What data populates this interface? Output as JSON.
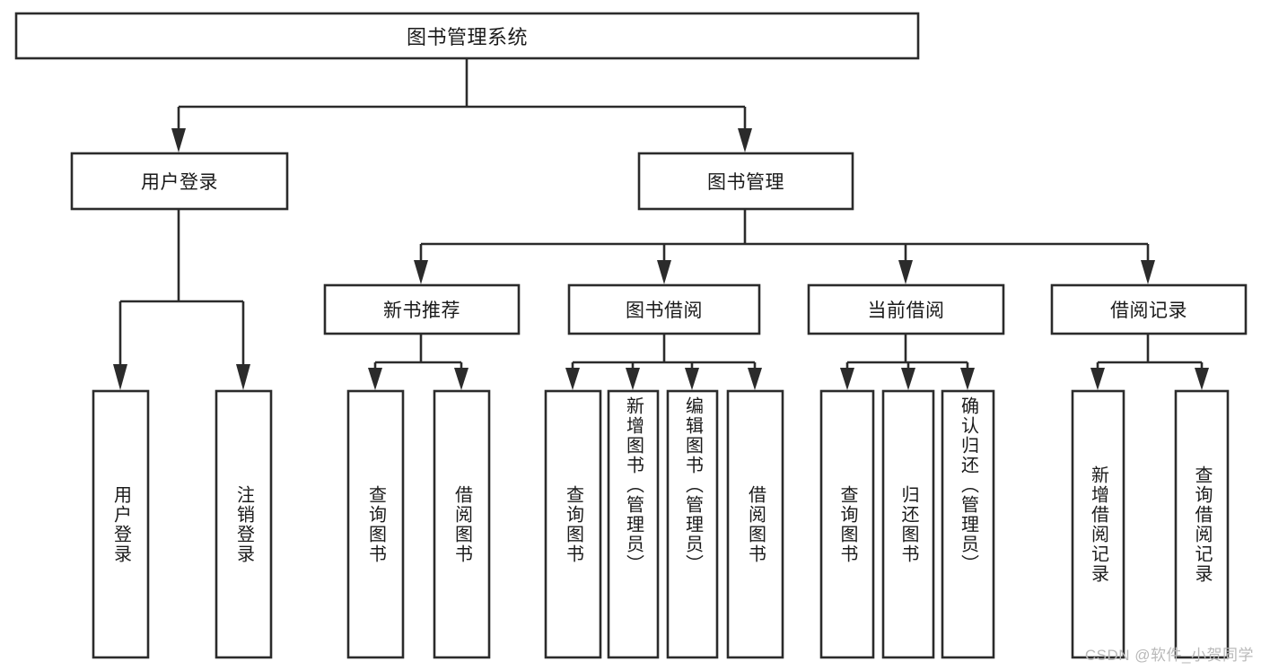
{
  "diagram": {
    "type": "tree",
    "orientation": "top-down",
    "colors": {
      "background": "#ffffff",
      "box_stroke": "#2b2b2b",
      "box_fill": "#ffffff",
      "text": "#1a1a1a",
      "watermark": "#b9b9b9"
    },
    "root": {
      "label": "图书管理系统"
    },
    "level2": [
      {
        "label": "用户登录"
      },
      {
        "label": "图书管理"
      }
    ],
    "level3": [
      {
        "label": "新书推荐"
      },
      {
        "label": "图书借阅"
      },
      {
        "label": "当前借阅"
      },
      {
        "label": "借阅记录"
      }
    ],
    "leaves": {
      "user_login": [
        {
          "label": "用户登录"
        },
        {
          "label": "注销登录"
        }
      ],
      "new_book_recommend": [
        {
          "label": "查询图书"
        },
        {
          "label": "借阅图书"
        }
      ],
      "book_borrow": [
        {
          "label": "查询图书"
        },
        {
          "label": "新增图书（管理员）"
        },
        {
          "label": "编辑图书（管理员）"
        },
        {
          "label": "借阅图书"
        }
      ],
      "current_borrow": [
        {
          "label": "查询图书"
        },
        {
          "label": "归还图书"
        },
        {
          "label": "确认归还（管理员）"
        }
      ],
      "borrow_record": [
        {
          "label": "新增借阅记录"
        },
        {
          "label": "查询借阅记录"
        }
      ]
    },
    "watermark": "CSDN @软件_小贺同学"
  }
}
